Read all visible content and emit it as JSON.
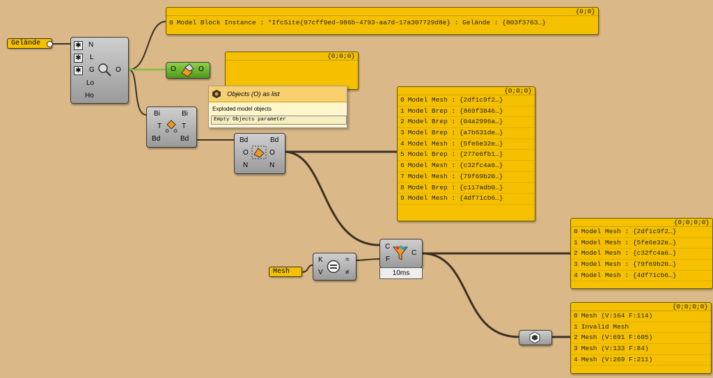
{
  "params": {
    "gelande": "Gelände",
    "mesh": "Mesh"
  },
  "query_node": {
    "inputs": [
      "N",
      "L",
      "G",
      "Lo",
      "Ho"
    ],
    "output": "O"
  },
  "filter_node": {
    "input": "O",
    "output": "O"
  },
  "explode_node": {
    "inputs": [
      "Bi",
      "T",
      "Bd"
    ],
    "outputs": [
      "Bi",
      "T",
      "Bd"
    ]
  },
  "objects_node": {
    "inputs": [
      "Bd",
      "O",
      "N"
    ],
    "outputs": [
      "Bd",
      "O",
      "N"
    ]
  },
  "equals_node": {
    "inputs": [
      "K",
      "V"
    ],
    "outputs": [
      "=",
      "≠"
    ]
  },
  "dispatch_node": {
    "inputs": [
      "C",
      "F"
    ],
    "output": "C",
    "timing": "10ms"
  },
  "tooltip": {
    "title": "Objects (O) as list",
    "desc": "Exploded model objects",
    "status": "Empty Objects parameter"
  },
  "panel_top": {
    "path": "{0;0}",
    "rows": [
      {
        "i": "0",
        "t": "Model Block Instance : *IfcSite{97cff9ed-986b-4793-aa7d-17a307729d8e} : Gelände : {803f3763…}"
      }
    ]
  },
  "panel_empty": {
    "path": "{0;0;0}"
  },
  "panel_objects": {
    "path": "{0;0;0}",
    "rows": [
      {
        "i": "0",
        "t": "Model Mesh : {2df1c9f2…}"
      },
      {
        "i": "1",
        "t": "Model Brep : {869f3846…}"
      },
      {
        "i": "2",
        "t": "Model Brep : {04a2996a…}"
      },
      {
        "i": "3",
        "t": "Model Brep : {a7b631de…}"
      },
      {
        "i": "4",
        "t": "Model Mesh : {5fe6e32e…}"
      },
      {
        "i": "5",
        "t": "Model Brep : {277e6fb1…}"
      },
      {
        "i": "6",
        "t": "Model Mesh : {c32fc4a6…}"
      },
      {
        "i": "7",
        "t": "Model Mesh : {79f69b20…}"
      },
      {
        "i": "8",
        "t": "Model Brep : {c117adb0…}"
      },
      {
        "i": "9",
        "t": "Model Mesh : {4df71cb6…}"
      }
    ]
  },
  "panel_meshes": {
    "path": "{0;0;0;0}",
    "rows": [
      {
        "i": "0",
        "t": "Model Mesh : {2df1c9f2…}"
      },
      {
        "i": "1",
        "t": "Model Mesh : {5fe6e32e…}"
      },
      {
        "i": "2",
        "t": "Model Mesh : {c32fc4a6…}"
      },
      {
        "i": "3",
        "t": "Model Mesh : {79f69b20…}"
      },
      {
        "i": "4",
        "t": "Model Mesh : {4df71cb6…}"
      }
    ]
  },
  "panel_geo": {
    "path": "{0;0;0;0}",
    "rows": [
      {
        "i": "0",
        "t": "Mesh (V:164  F:114)"
      },
      {
        "i": "1",
        "t": "Invalid Mesh"
      },
      {
        "i": "2",
        "t": "Mesh (V:691  F:605)"
      },
      {
        "i": "3",
        "t": "Mesh (V:133  F:84)"
      },
      {
        "i": "4",
        "t": "Mesh (V:269  F:211)"
      }
    ]
  },
  "colors": {
    "canvas": "#dab887",
    "panel": "#f5c000",
    "wire": "#3a3024",
    "wire_selected": "#7fbf3a"
  }
}
